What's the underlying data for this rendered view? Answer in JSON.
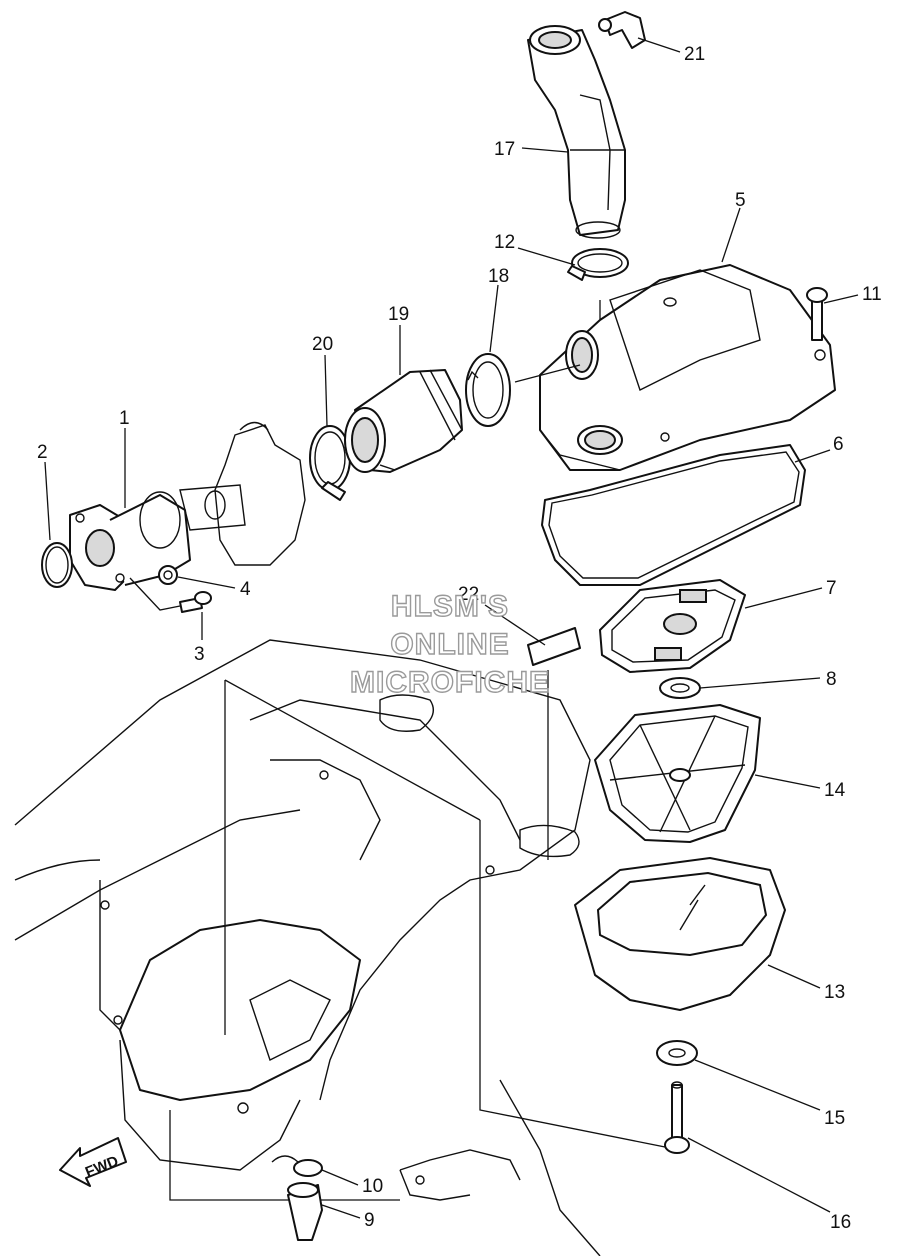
{
  "callouts": [
    "1",
    "2",
    "3",
    "4",
    "5",
    "6",
    "7",
    "8",
    "9",
    "10",
    "11",
    "12",
    "13",
    "14",
    "15",
    "16",
    "17",
    "18",
    "19",
    "20",
    "21",
    "22"
  ],
  "watermark": {
    "line1": "HLSM'S",
    "line2": "ONLINE",
    "line3": "MICROFICHE"
  },
  "direction_label": "FWD"
}
